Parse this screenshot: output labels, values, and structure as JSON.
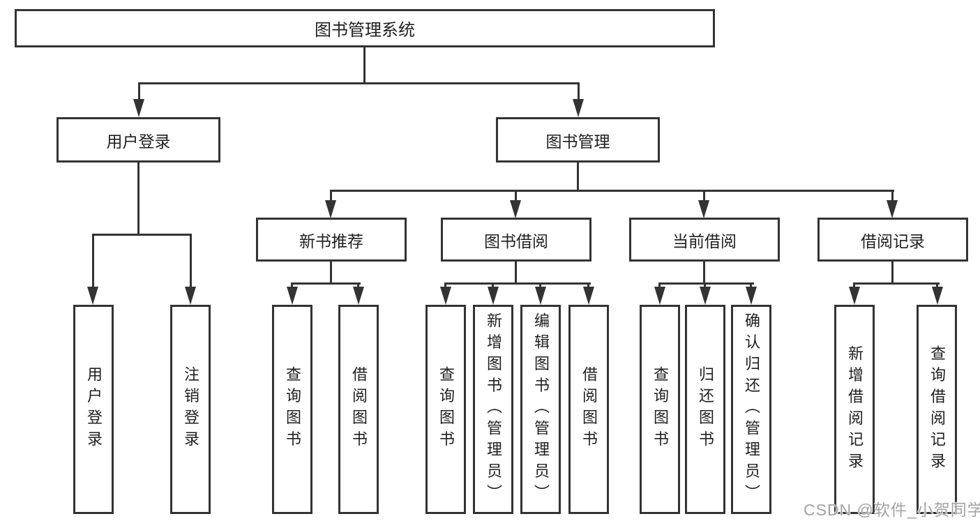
{
  "diagram": {
    "title": "图书管理系统",
    "children": [
      {
        "label": "用户登录",
        "children": [
          "用户登录",
          "注销登录"
        ]
      },
      {
        "label": "图书管理",
        "children": [
          {
            "label": "新书推荐",
            "children": [
              "查询图书",
              "借阅图书"
            ]
          },
          {
            "label": "图书借阅",
            "children": [
              "查询图书",
              "新增图书（管理员）",
              "编辑图书（管理员）",
              "借阅图书"
            ]
          },
          {
            "label": "当前借阅",
            "children": [
              "查询图书",
              "归还图书",
              "确认归还（管理员）"
            ]
          },
          {
            "label": "借阅记录",
            "children": [
              "新增借阅记录",
              "查询借阅记录"
            ]
          }
        ]
      }
    ]
  },
  "watermark": "CSDN @软件_小贺同学",
  "colors": {
    "line": "#333333",
    "text": "#1f1f1f",
    "watermark": "#a3a3a3",
    "background": "#ffffff"
  }
}
